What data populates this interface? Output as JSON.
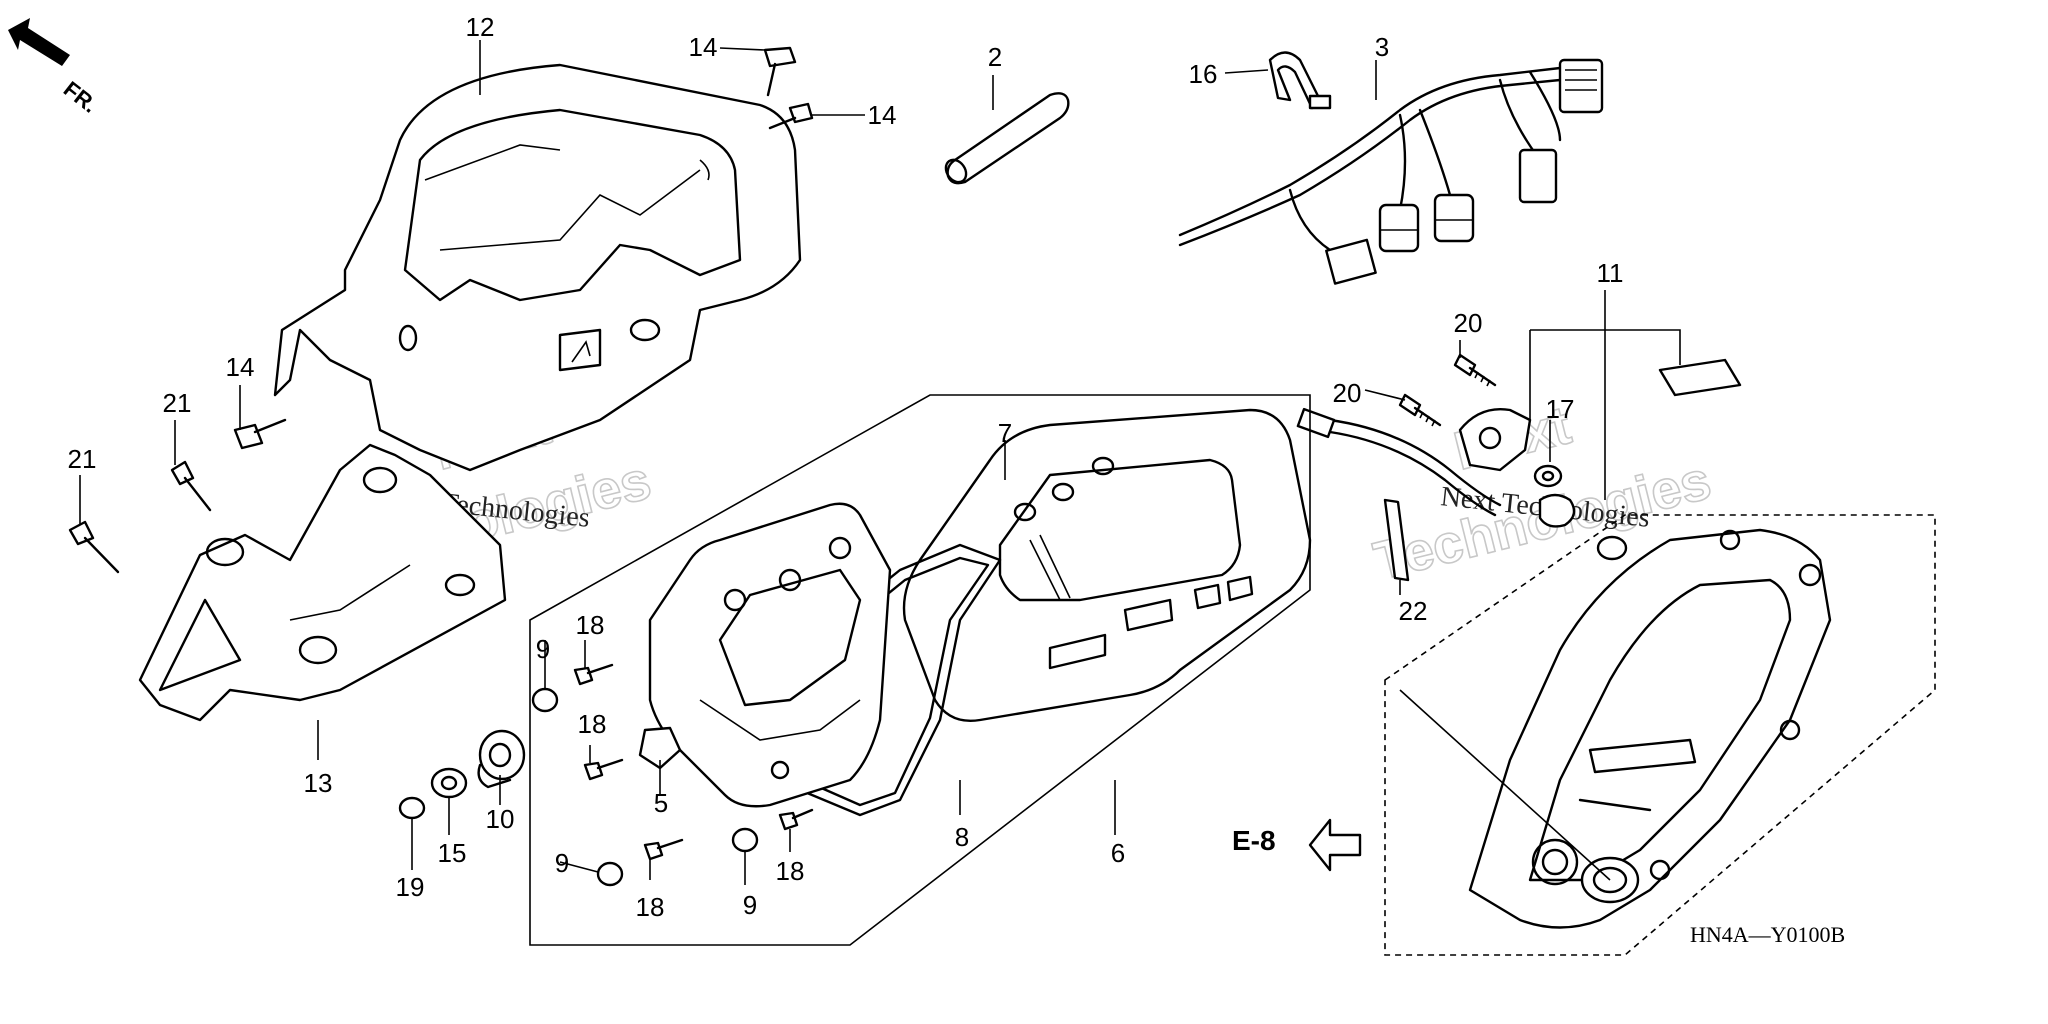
{
  "diagram": {
    "code": "HN4A—Y0100B",
    "reference": "E-8",
    "direction": "FR.",
    "watermark": {
      "brand": "Next",
      "brand_sub": "Technologies",
      "caption": "Next Technologies"
    },
    "callouts": [
      {
        "id": "c1",
        "label": "12"
      },
      {
        "id": "c2",
        "label": "14"
      },
      {
        "id": "c3",
        "label": "14"
      },
      {
        "id": "c4",
        "label": "14"
      },
      {
        "id": "c5",
        "label": "2"
      },
      {
        "id": "c6",
        "label": "16"
      },
      {
        "id": "c7",
        "label": "3"
      },
      {
        "id": "c8",
        "label": "11"
      },
      {
        "id": "c9",
        "label": "20"
      },
      {
        "id": "c10",
        "label": "20"
      },
      {
        "id": "c11",
        "label": "17"
      },
      {
        "id": "c12",
        "label": "22"
      },
      {
        "id": "c13",
        "label": "21"
      },
      {
        "id": "c14",
        "label": "21"
      },
      {
        "id": "c15",
        "label": "7"
      },
      {
        "id": "c16",
        "label": "13"
      },
      {
        "id": "c17",
        "label": "9"
      },
      {
        "id": "c18",
        "label": "18"
      },
      {
        "id": "c19",
        "label": "18"
      },
      {
        "id": "c20",
        "label": "5"
      },
      {
        "id": "c21",
        "label": "10"
      },
      {
        "id": "c22",
        "label": "15"
      },
      {
        "id": "c23",
        "label": "19"
      },
      {
        "id": "c24",
        "label": "9"
      },
      {
        "id": "c25",
        "label": "18"
      },
      {
        "id": "c26",
        "label": "9"
      },
      {
        "id": "c27",
        "label": "18"
      },
      {
        "id": "c28",
        "label": "8"
      },
      {
        "id": "c29",
        "label": "6"
      }
    ]
  }
}
